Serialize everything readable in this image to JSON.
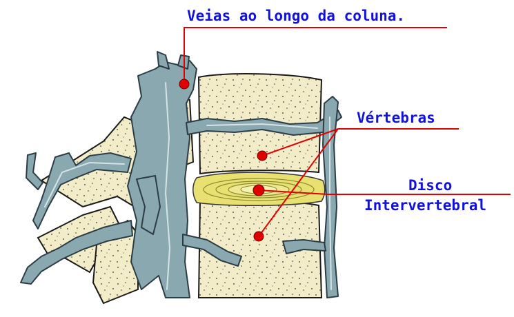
{
  "labels": {
    "veias": "Veias ao longo da coluna.",
    "vertebras": "Vértebras",
    "disco_line1": "Disco",
    "disco_line2": "Intervertebral"
  },
  "colors": {
    "label_text": "#1010e0",
    "leader_line": "#e00000",
    "marker": "#e00000",
    "vertebra_fill": "#f2ecc8",
    "disc_fill": "#e8e070",
    "vein_fill": "#8aa8b0",
    "vein_dark": "#2c3c44",
    "outline": "#1a1a1a"
  },
  "icons": {
    "marker": "red-dot-marker"
  }
}
